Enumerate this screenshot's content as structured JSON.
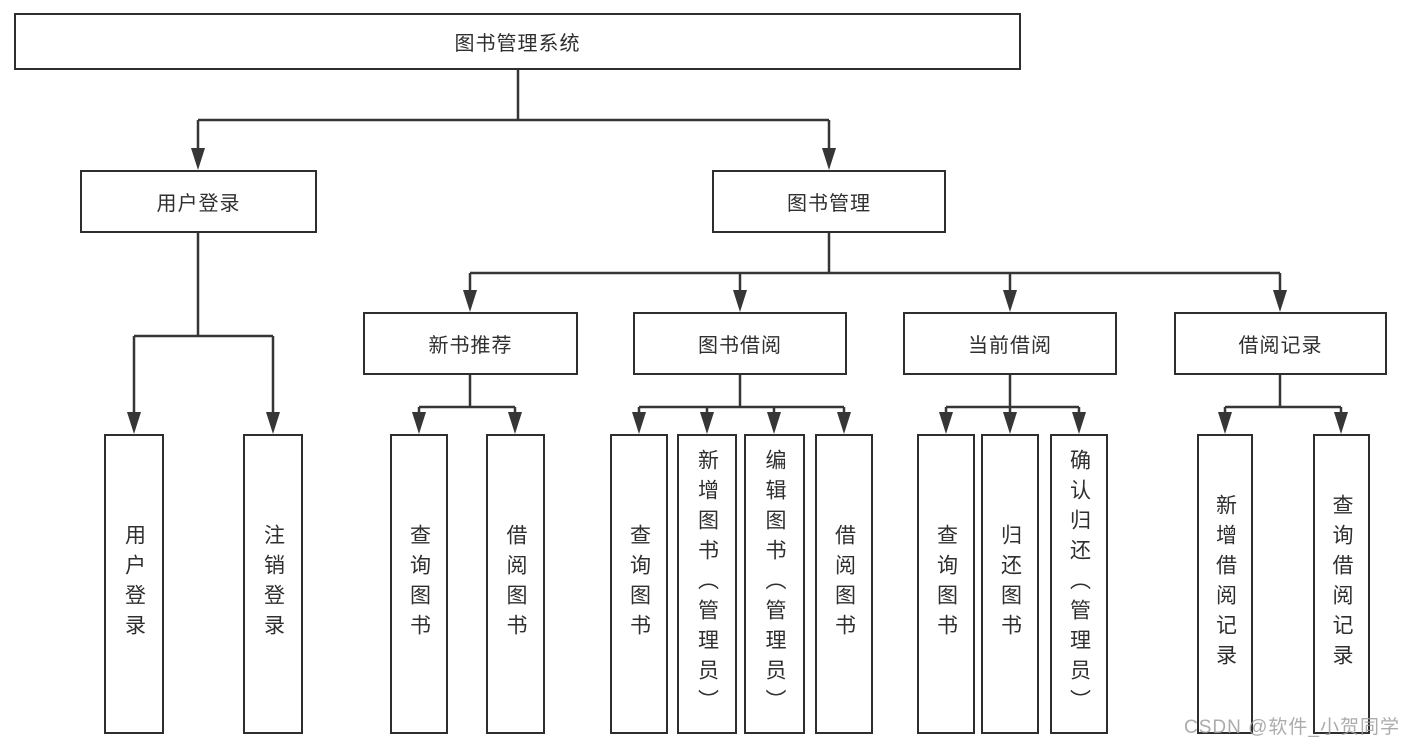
{
  "nodes": {
    "root": "图书管理系统",
    "user_login": "用户登录",
    "book_management": "图书管理",
    "new_book_recommendation": "新书推荐",
    "book_borrowing": "图书借阅",
    "current_borrowing": "当前借阅",
    "borrowing_records": "借阅记录",
    "leaf_user_login": "用户登录",
    "leaf_logout_login": "注销登录",
    "leaf_query_books_1": "查询图书",
    "leaf_borrow_books_1": "借阅图书",
    "leaf_query_books_2": "查询图书",
    "leaf_add_books_admin": "新增图书（管理员）",
    "leaf_edit_books_admin": "编辑图书（管理员）",
    "leaf_borrow_books_2": "借阅图书",
    "leaf_query_books_3": "查询图书",
    "leaf_return_books": "归还图书",
    "leaf_confirm_return_admin": "确认归还（管理员）",
    "leaf_add_borrow_record": "新增借阅记录",
    "leaf_query_borrow_record": "查询借阅记录"
  },
  "hierarchy": {
    "图书管理系统": {
      "用户登录": [
        "用户登录",
        "注销登录"
      ],
      "图书管理": {
        "新书推荐": [
          "查询图书",
          "借阅图书"
        ],
        "图书借阅": [
          "查询图书",
          "新增图书（管理员）",
          "编辑图书（管理员）",
          "借阅图书"
        ],
        "当前借阅": [
          "查询图书",
          "归还图书",
          "确认归还（管理员）"
        ],
        "借阅记录": [
          "新增借阅记录",
          "查询借阅记录"
        ]
      }
    }
  },
  "watermark": "CSDN @软件_小贺同学",
  "colors": {
    "line": "#363636",
    "box_border": "#2e2e2e",
    "box_fill": "#ffffff",
    "text": "#2f2f2f",
    "watermark_text": "#9e9e9e",
    "background": "#ffffff"
  }
}
